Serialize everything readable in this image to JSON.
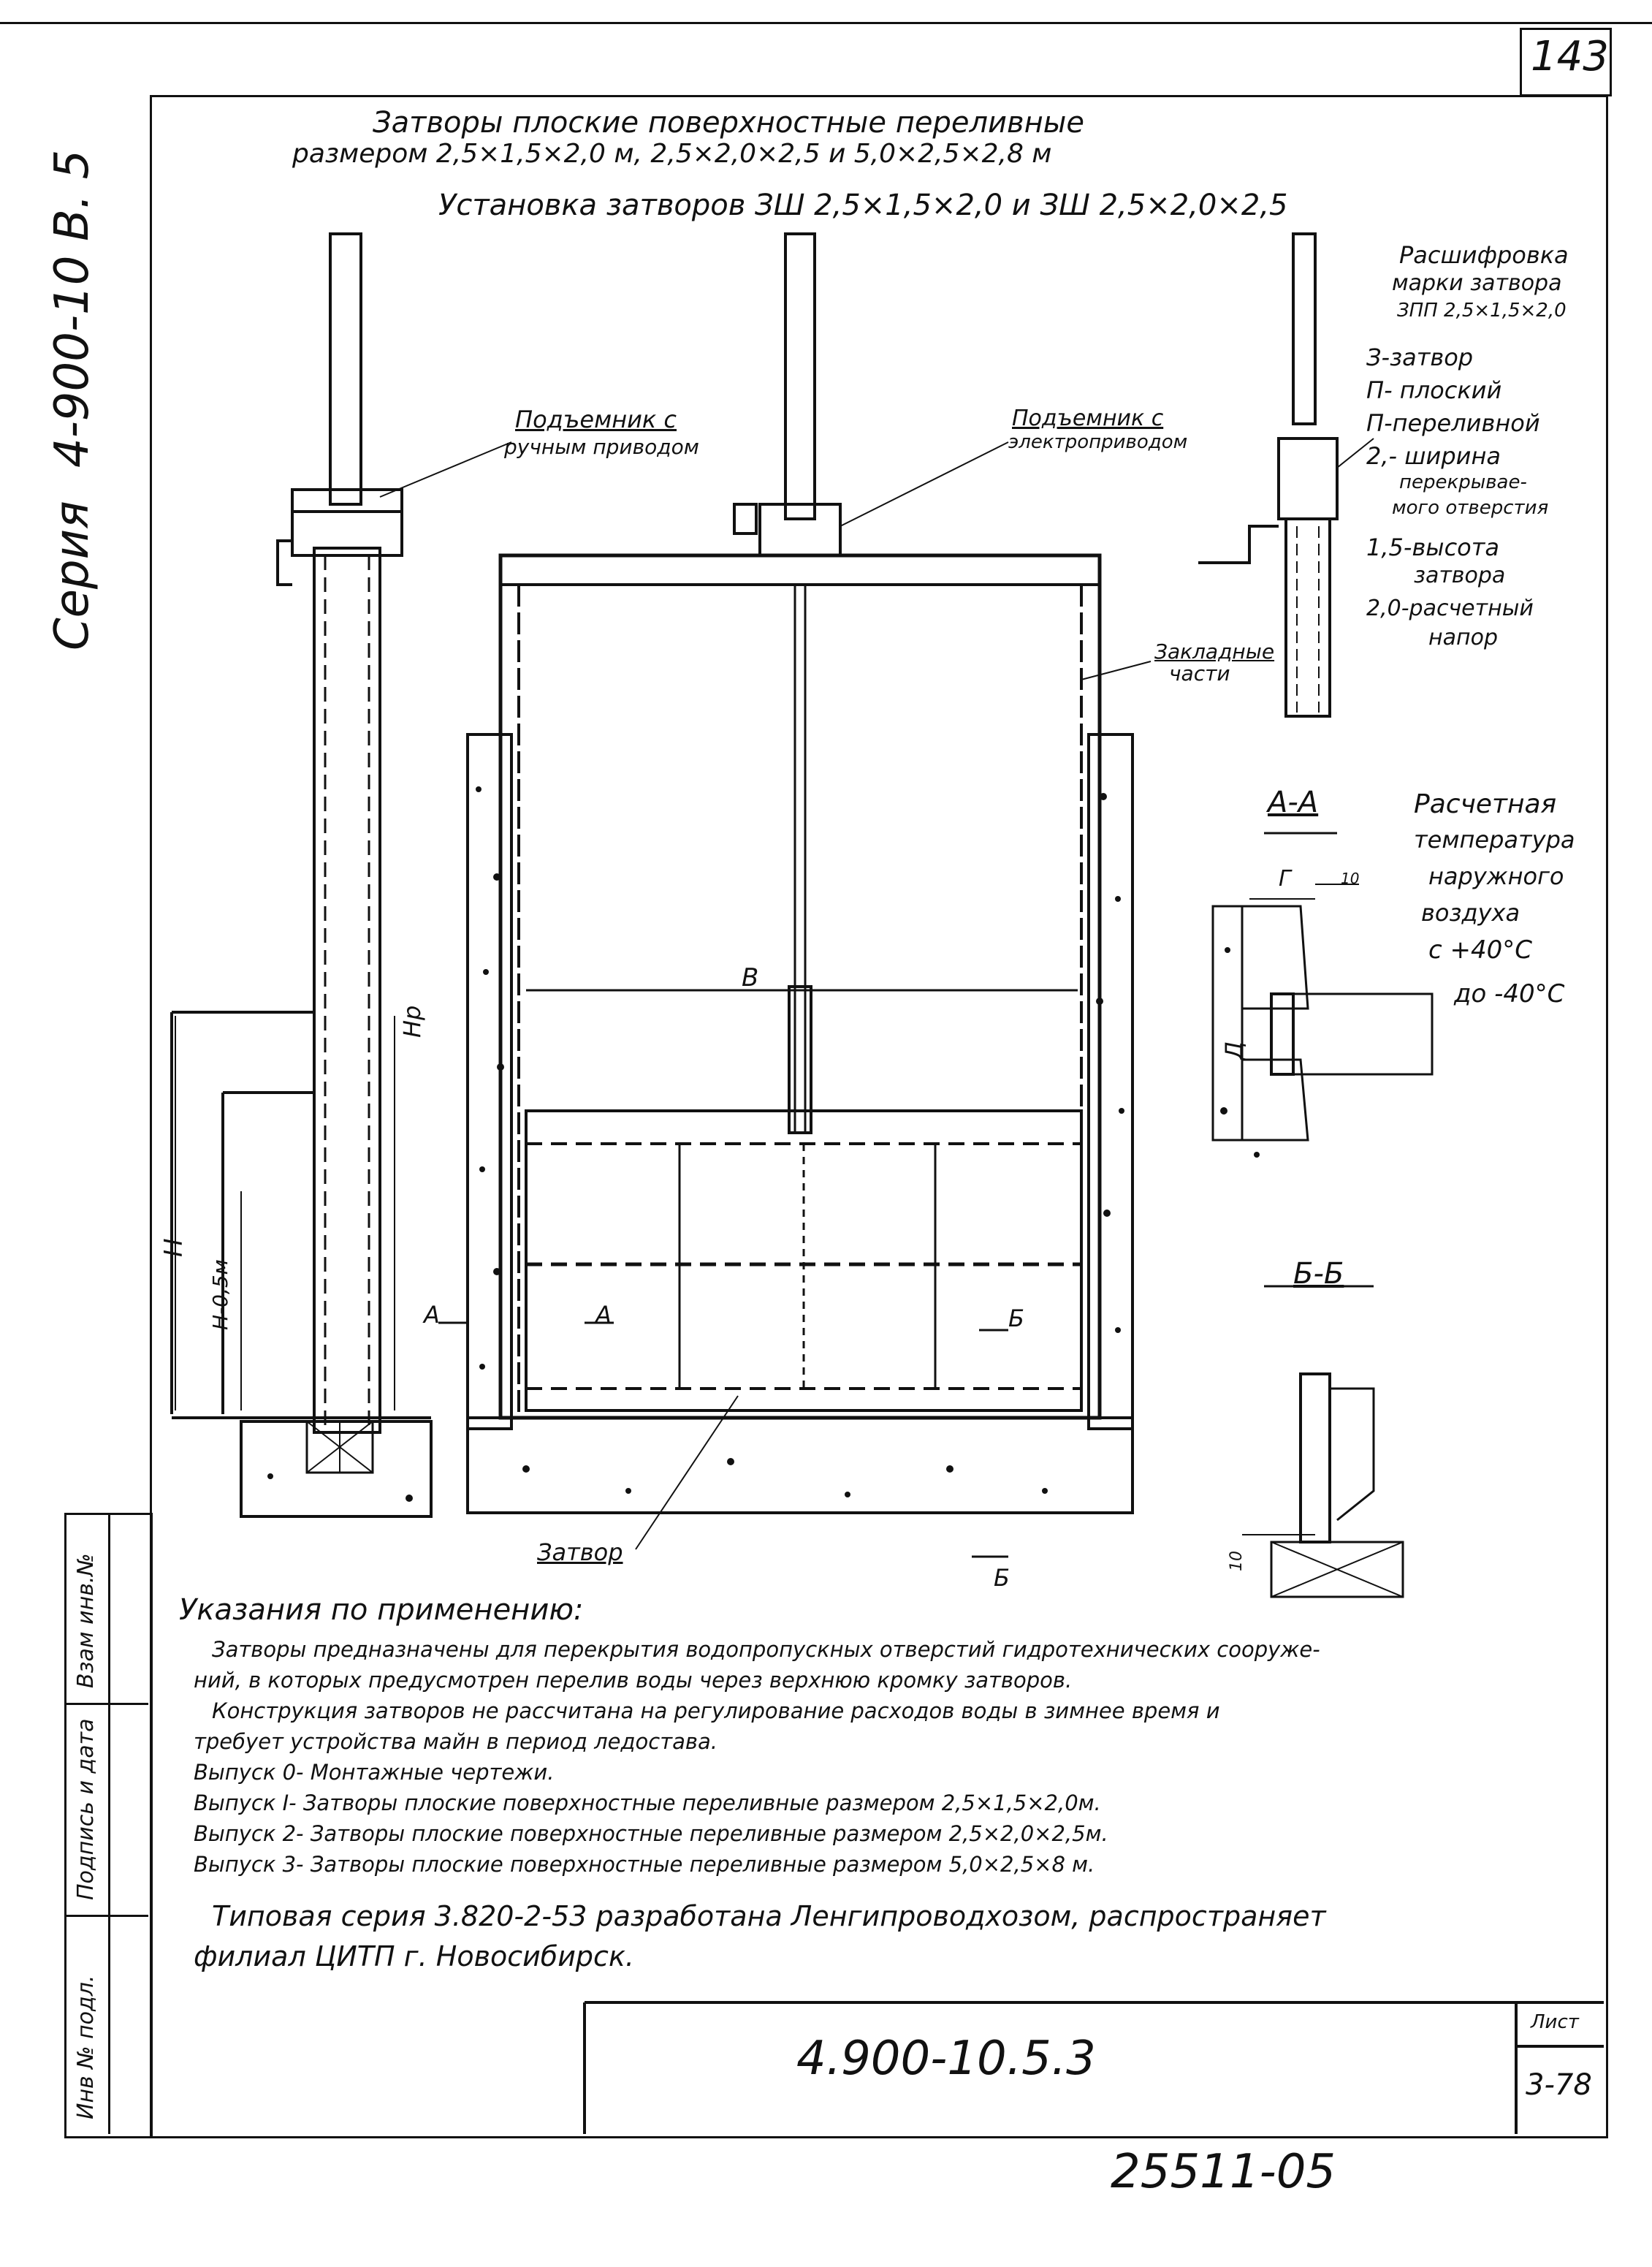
{
  "sheet": {
    "page_number": "143",
    "series_label": "Серия",
    "series_code": "4-900-10",
    "series_vol": "В. 5",
    "title_line1": "Затворы плоские поверхностные переливные",
    "title_line2": "размером 2,5×1,5×2,0 м, 2,5×2,0×2,5 и 5,0×2,5×2,8 м",
    "title_line3": "Установка затворов ЗШ 2,5×1,5×2,0 и ЗШ 2,5×2,0×2,5",
    "stamp_code": "4.900-10.5.3",
    "stamp_sheet_label": "Лист",
    "stamp_sheet_number": "3-78",
    "bottom_handwritten": "25511-05"
  },
  "margin_labels": {
    "vzam": "Взам инв.№",
    "podpis": "Подпись и дата",
    "inv": "Инв № подл."
  },
  "callouts": {
    "manual_lift_1": "Подъемник с",
    "manual_lift_2": "ручным приводом",
    "electric_lift_1": "Подъемник с",
    "electric_lift_2": "электроприводом",
    "embedded_1": "Закладные",
    "embedded_2": "части",
    "gate": "Затвор"
  },
  "dimension_labels": {
    "B": "В",
    "H": "Н",
    "Hp": "Нр",
    "H05": "Н-0,5м",
    "A_left": "А",
    "A_right": "А",
    "B_cut": "Б",
    "B_cut2": "Б",
    "G": "Г",
    "ten_top": "10",
    "ten_bottom": "10",
    "D": "Д"
  },
  "legend": {
    "heading1": "Расшифровка",
    "heading2": "марки затвора",
    "mark": "ЗПП 2,5×1,5×2,0",
    "l1": "З-затвор",
    "l2": "П- плоский",
    "l3": "П-переливной",
    "l4a": "2,- ширина",
    "l4b": "перекрывае-",
    "l4c": "мого отверстия",
    "l5a": "1,5-высота",
    "l5b": "затвора",
    "l6a": "2,0-расчетный",
    "l6b": "напор"
  },
  "sections": {
    "aa": "А-А",
    "bb": "Б-Б",
    "temp1": "Расчетная",
    "temp2": "температура",
    "temp3": "наружного",
    "temp4": "воздуха",
    "temp5": "с +40°С",
    "temp6": "до -40°С"
  },
  "notes": {
    "heading": "Указания по применению:",
    "p1a": "Затворы предназначены для перекрытия водопропускных отверстий гидротехнических сооруже-",
    "p1b": "ний, в которых предусмотрен перелив воды через верхнюю кромку затворов.",
    "p2a": "Конструкция затворов не рассчитана на регулирование расходов воды в зимнее время и",
    "p2b": "требует устройства майн в период ледостава.",
    "v0": "Выпуск 0- Монтажные чертежи.",
    "v1": "Выпуск I- Затворы плоские поверхностные переливные размером 2,5×1,5×2,0м.",
    "v2": "Выпуск 2- Затворы плоские поверхностные переливные размером 2,5×2,0×2,5м.",
    "v3": "Выпуск 3- Затворы плоские поверхностные переливные размером 5,0×2,5×8 м.",
    "series1": "Типовая серия 3.820-2-53 разработана Ленгипроводхозом, распространяет",
    "series2": "филиал ЦИТП г. Новосибирск."
  }
}
